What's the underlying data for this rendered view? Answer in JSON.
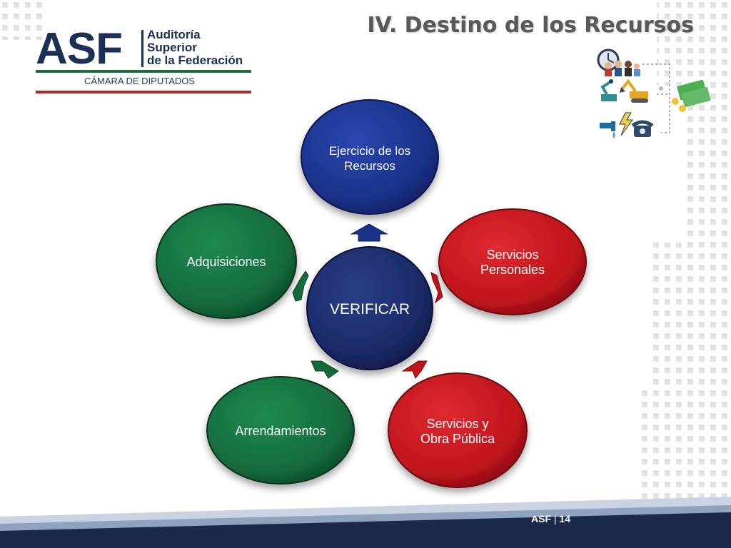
{
  "logo": {
    "acronym": "ASF",
    "line1": "Auditoría",
    "line2": "Superior",
    "line3": "de la Federación",
    "chamber": "CÁMARA DE DIPUTADOS"
  },
  "slide": {
    "title": "IV. Destino de los Recursos"
  },
  "diagram": {
    "center": "VERIFICAR",
    "nodes": {
      "top_line1": "Ejercicio de los",
      "top_line2": "Recursos",
      "right_line1": "Servicios",
      "right_line2": "Personales",
      "bottom_right_line1": "Servicios y",
      "bottom_right_line2": "Obra Pública",
      "bottom_left": "Arrendamientos",
      "left": "Adquisiciones"
    }
  },
  "footer": {
    "brand": "ASF",
    "separator": "|",
    "page": "14"
  },
  "colors": {
    "navy": "#1a3288",
    "red": "#c0141c",
    "green": "#146b3c",
    "title_gray": "#595959",
    "footer_navy": "#1b2a4a"
  },
  "icons": [
    "clock-icon",
    "people-icon",
    "robot-arm-icon",
    "excavator-icon",
    "money-icon",
    "faucet-icon",
    "lightning-icon",
    "telephone-icon"
  ]
}
